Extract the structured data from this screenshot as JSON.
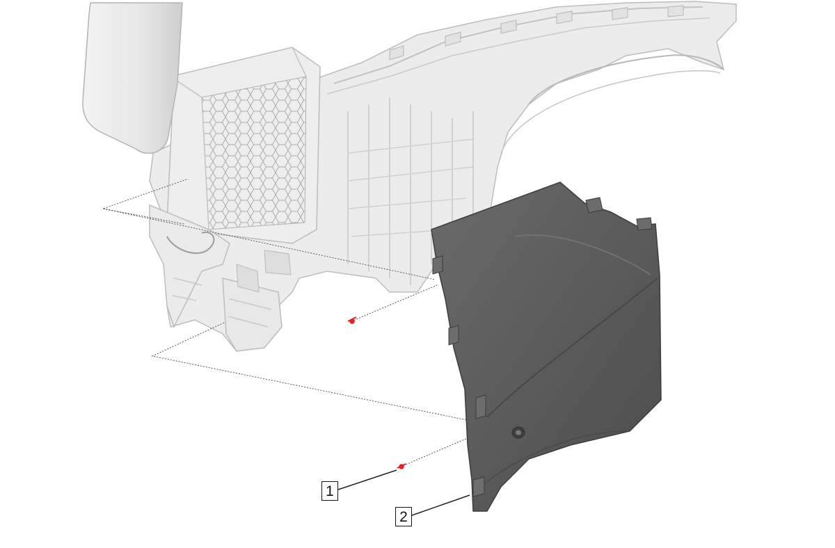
{
  "callouts": [
    {
      "label": "1",
      "part": "screw"
    },
    {
      "label": "2",
      "part": "side-trim-panel"
    }
  ],
  "colors": {
    "background": "#ffffff",
    "ghost_part_fill": "#e9e9e9",
    "ghost_part_stroke": "#b9b9b9",
    "panel_fill": "#5b5b5b",
    "panel_shade": "#4a4a4a",
    "fastener": "#d8262c",
    "leader_line": "#222222"
  }
}
